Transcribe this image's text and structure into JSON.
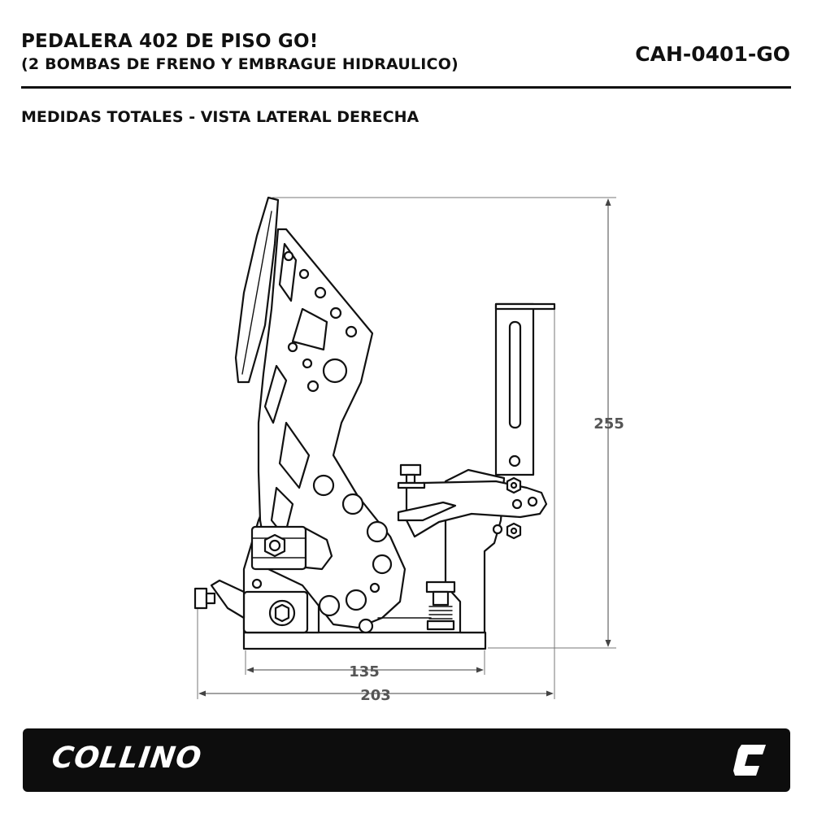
{
  "header": {
    "title": "PEDALERA 402 DE PISO GO!",
    "subtitle": "(2 BOMBAS DE FRENO Y EMBRAGUE HIDRAULICO)",
    "code": "CAH-0401-GO",
    "view": "MEDIDAS TOTALES - VISTA LATERAL DERECHA"
  },
  "dimensions": {
    "height": "255",
    "base_width": "135",
    "total_width": "203"
  },
  "footer": {
    "brand": "COLLINO",
    "logo_icon": "collino-c-logo-icon"
  }
}
